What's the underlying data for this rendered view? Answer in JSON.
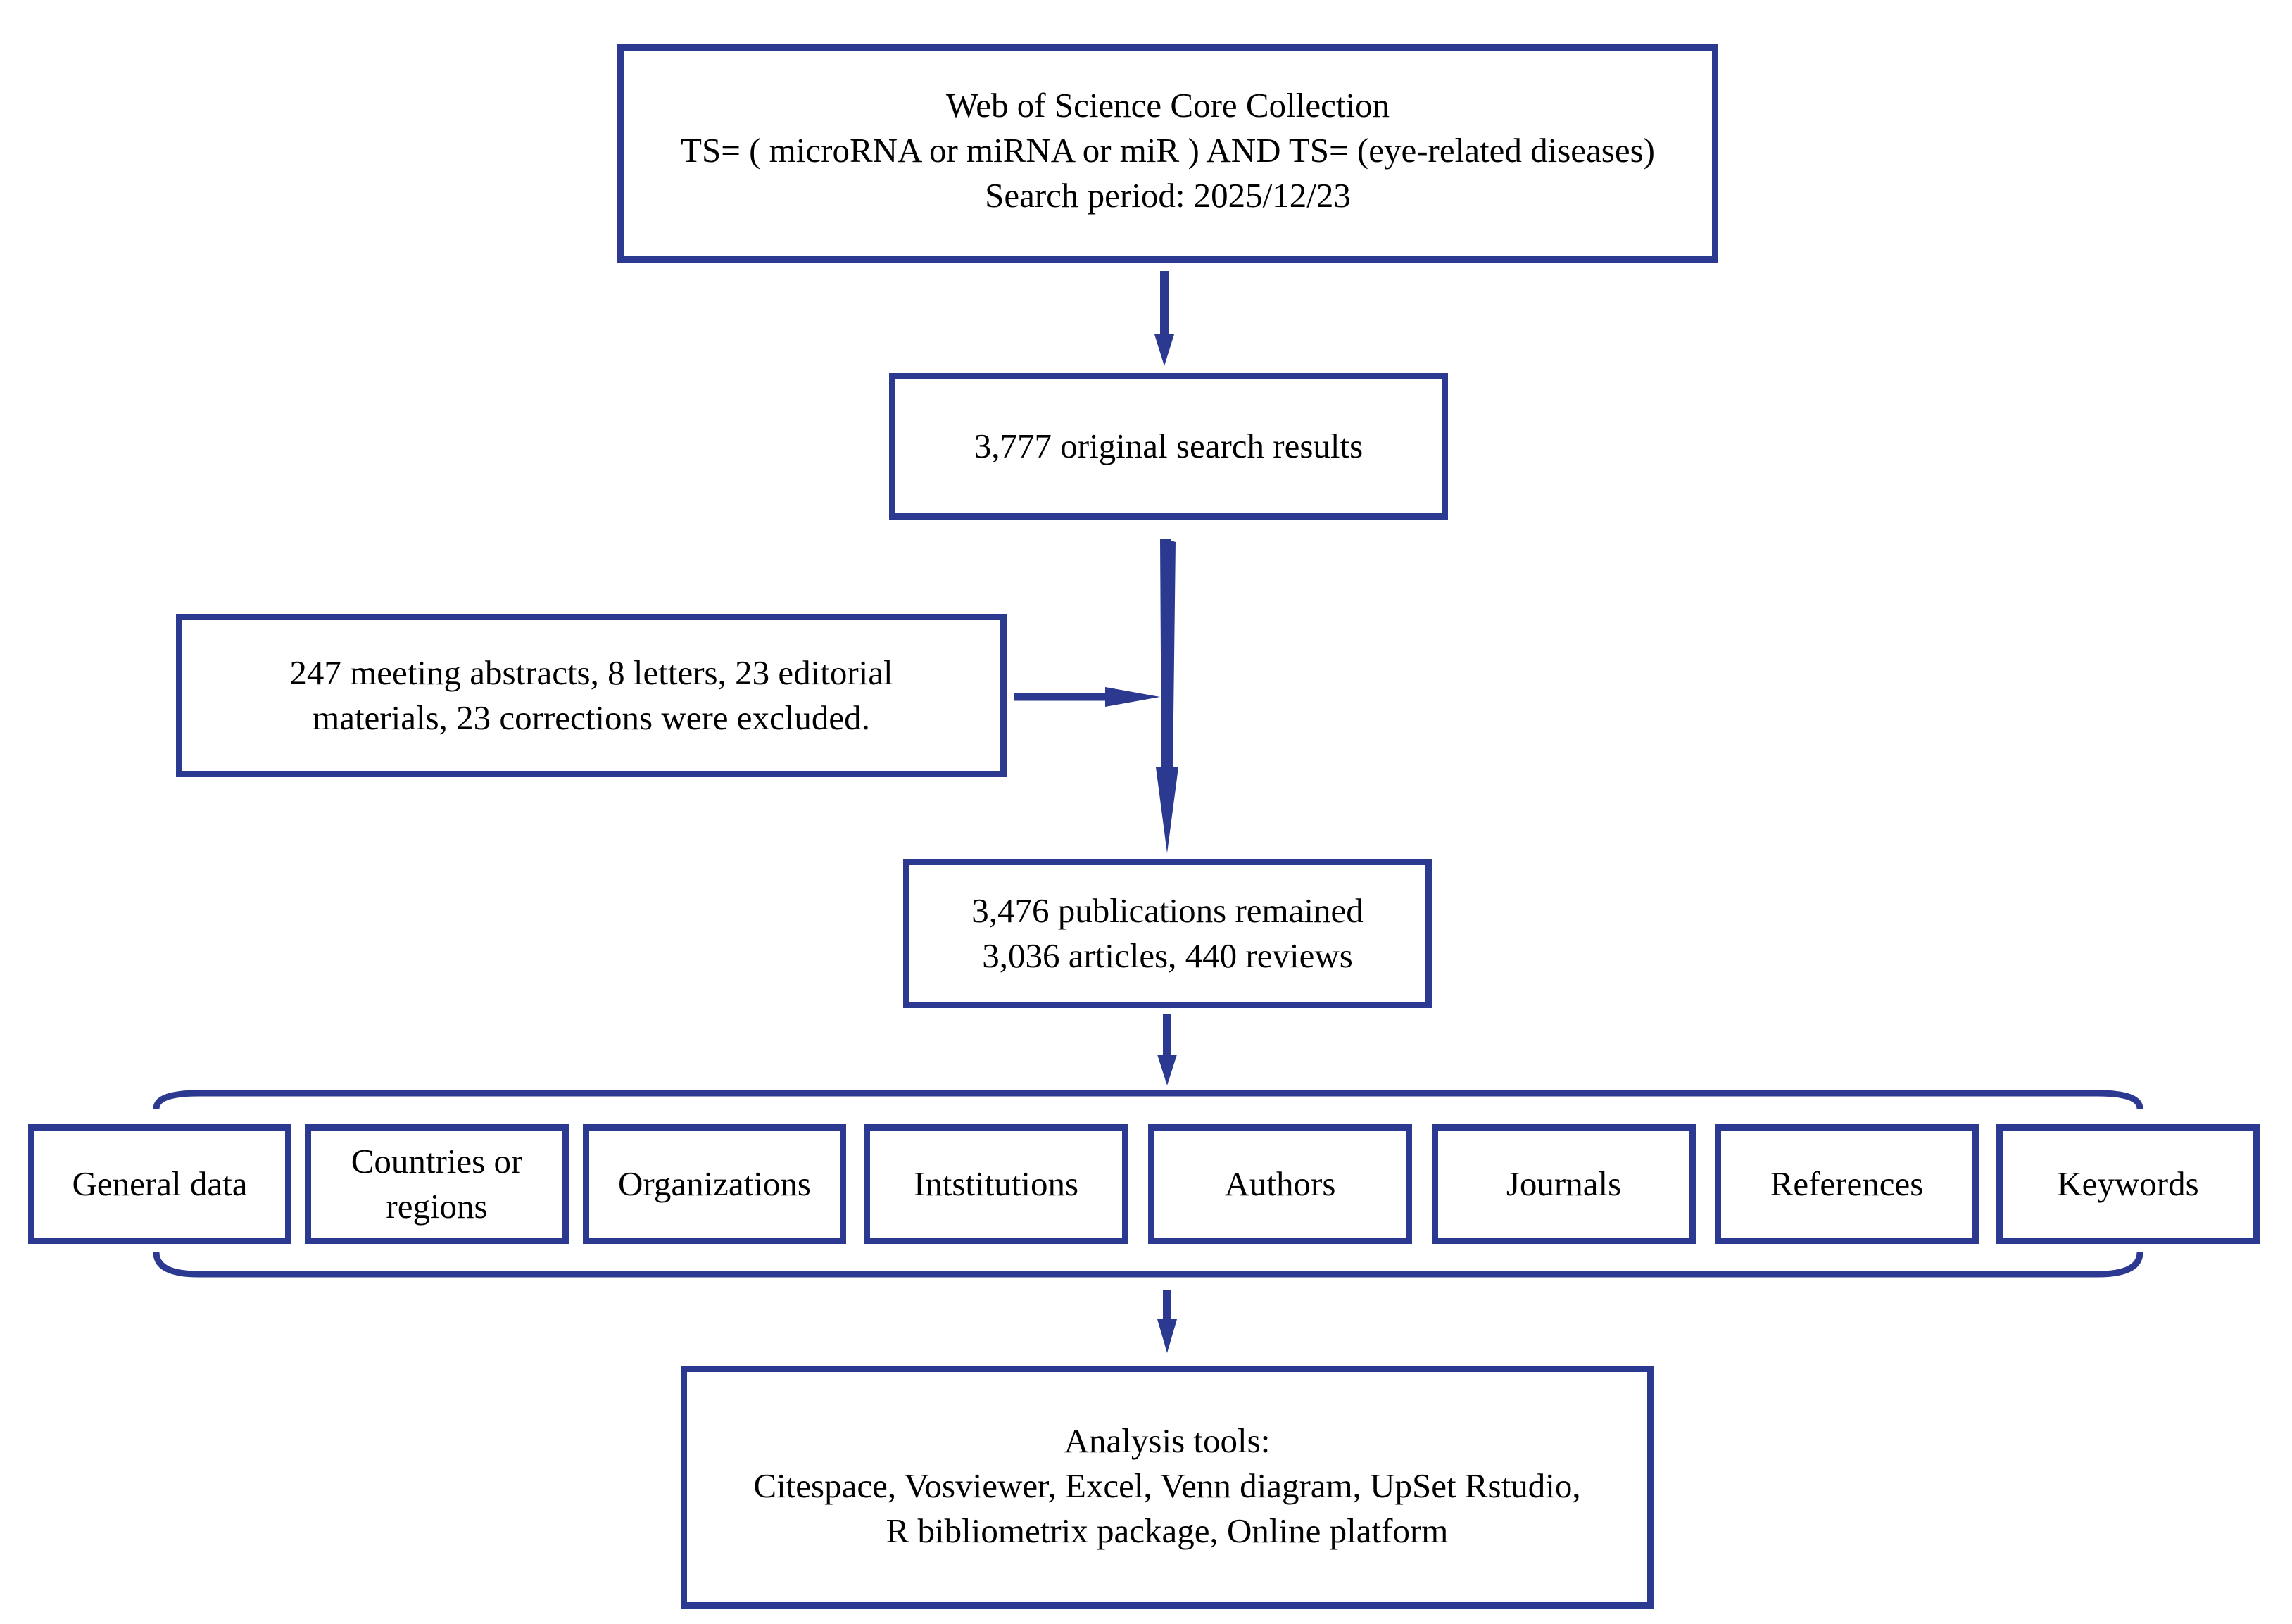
{
  "colors": {
    "accent": "#2b3990",
    "background": "#ffffff",
    "text": "#000000"
  },
  "search": {
    "line1": "Web of Science Core Collection",
    "line2": "TS= ( microRNA or miRNA or miR ) AND TS= (eye-related diseases)",
    "line3": "Search period: 2025/12/23"
  },
  "original_results": {
    "text": "3,777 original search results"
  },
  "excluded": {
    "line1": "247 meeting abstracts, 8 letters,  23 editorial",
    "line2": "materials, 23 corrections were excluded."
  },
  "remained": {
    "line1": "3,476 publications remained",
    "line2": "3,036 articles, 440 reviews"
  },
  "categories": [
    {
      "line1": "General data",
      "line2": ""
    },
    {
      "line1": "Countries or",
      "line2": "regions"
    },
    {
      "line1": "Organizations",
      "line2": ""
    },
    {
      "line1": "Intstitutions",
      "line2": ""
    },
    {
      "line1": "Authors",
      "line2": ""
    },
    {
      "line1": "Journals",
      "line2": ""
    },
    {
      "line1": "References",
      "line2": ""
    },
    {
      "line1": "Keywords",
      "line2": ""
    }
  ],
  "tools": {
    "line1": "Analysis tools:",
    "line2": "Citespace, Vosviewer, Excel, Venn diagram, UpSet Rstudio,",
    "line3": "R bibliometrix package, Online platform"
  }
}
